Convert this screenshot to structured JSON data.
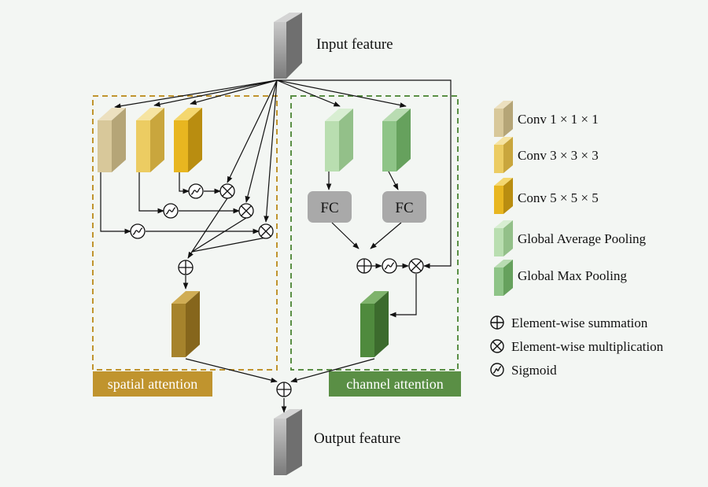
{
  "input_label": "Input feature",
  "output_label": "Output feature",
  "spatial_label": "spatial attention",
  "channel_label": "channel attention",
  "fc_label": "FC",
  "legend": [
    {
      "label": "Conv 1 × 1 × 1",
      "color": "#d8c89a"
    },
    {
      "label": "Conv 3 × 3 × 3",
      "color": "#eccc62"
    },
    {
      "label": "Conv 5 × 5 × 5",
      "color": "#e8b620"
    },
    {
      "label": "Global Average Pooling",
      "color": "#b9deb0"
    },
    {
      "label": "Global Max Pooling",
      "color": "#8ec487"
    }
  ],
  "symbols": [
    {
      "label": "Element-wise summation",
      "icon": "plus-circle"
    },
    {
      "label": "Element-wise multiplication",
      "icon": "times-circle"
    },
    {
      "label": "Sigmoid",
      "icon": "sigmoid"
    }
  ],
  "colors": {
    "spatial": "#c0942e",
    "channel": "#5a8f45",
    "spatial_output_block": "#a6832c",
    "channel_output_block": "#4f8a3d",
    "feature_block": "#9a9a9a",
    "fc_box": "#a9a9a9"
  }
}
